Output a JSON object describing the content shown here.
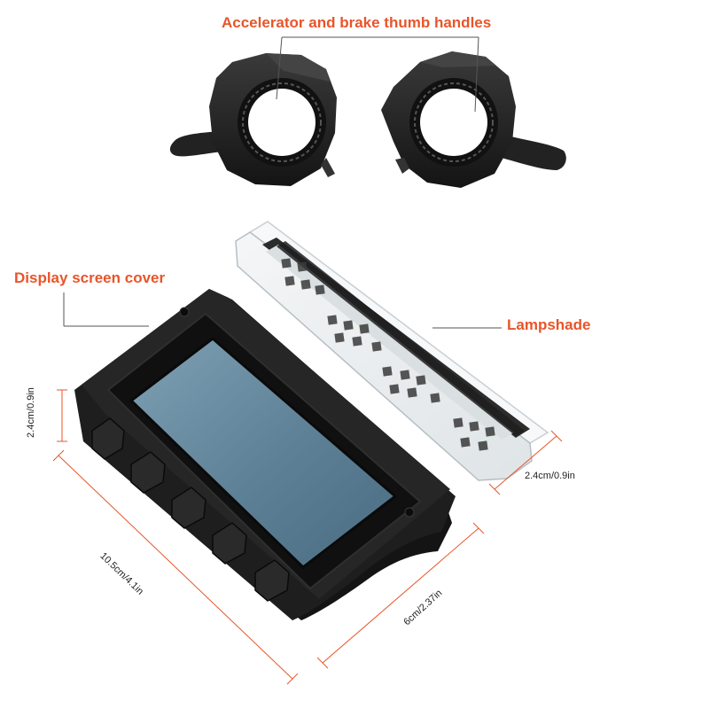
{
  "labels": {
    "thumb_handles": "Accelerator and brake thumb handles",
    "display_cover": "Display screen cover",
    "lampshade": "Lampshade"
  },
  "dimensions": {
    "lampshade_width": "2.4cm/0.9in",
    "cover_height": "2.4cm/0.9in",
    "cover_length": "10.5cm/4.1in",
    "cover_depth": "6cm/2.37in"
  },
  "colors": {
    "accent": "#e8552a",
    "plastic": "#1c1c1c",
    "screen": "#5f8196"
  }
}
